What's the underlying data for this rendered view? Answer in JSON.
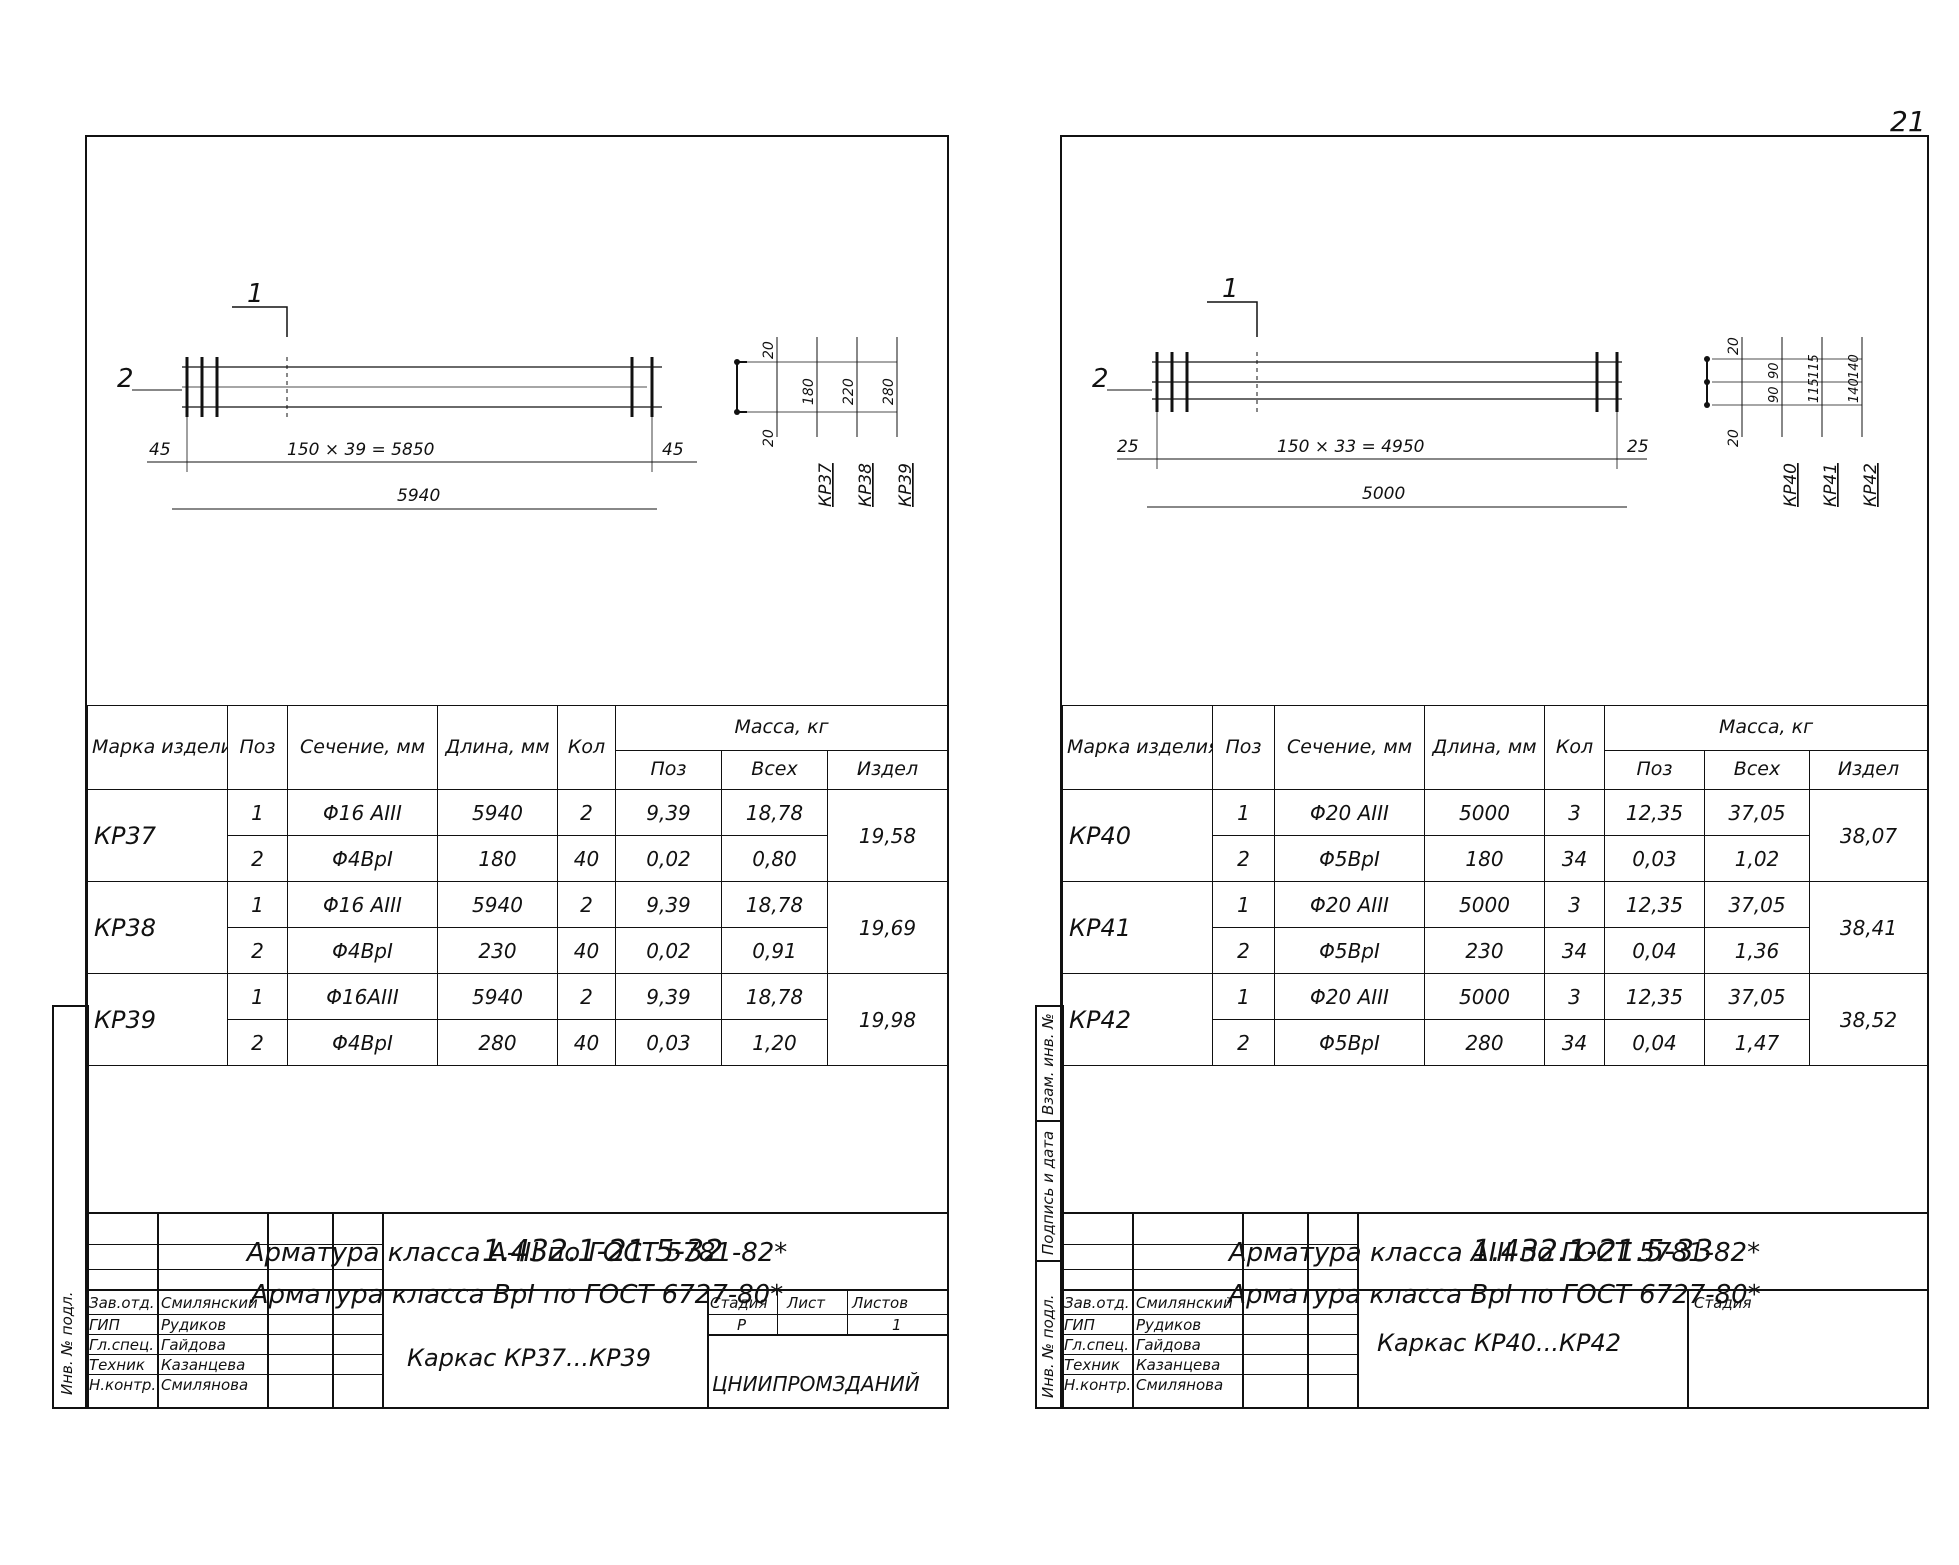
{
  "page_number": "21",
  "left": {
    "position_label": "1",
    "bar_label": "2",
    "dims": {
      "end_left": "45",
      "span": "150 × 39 = 5850",
      "end_right": "45",
      "total": "5940"
    },
    "section_dims": {
      "top": "20",
      "mid": "180",
      "bottom": "20",
      "h1": "220",
      "h2": "280"
    },
    "section_marks": [
      "КР37",
      "КР38",
      "КР39"
    ],
    "headers": {
      "mark": "Марка изделия",
      "pos": "Поз",
      "section": "Сечение, мм",
      "length": "Длина, мм",
      "qty": "Кол",
      "mass": "Масса, кг",
      "mass_pos": "Поз",
      "mass_all": "Всех",
      "mass_item": "Издел"
    },
    "rows": [
      {
        "mark": "КР37",
        "total": "19,58",
        "items": [
          {
            "pos": "1",
            "section": "Φ16 АIII",
            "length": "5940",
            "qty": "2",
            "mass_pos": "9,39",
            "mass_all": "18,78"
          },
          {
            "pos": "2",
            "section": "Φ4ВрI",
            "length": "180",
            "qty": "40",
            "mass_pos": "0,02",
            "mass_all": "0,80"
          }
        ]
      },
      {
        "mark": "КР38",
        "total": "19,69",
        "items": [
          {
            "pos": "1",
            "section": "Φ16 АIII",
            "length": "5940",
            "qty": "2",
            "mass_pos": "9,39",
            "mass_all": "18,78"
          },
          {
            "pos": "2",
            "section": "Φ4ВрI",
            "length": "230",
            "qty": "40",
            "mass_pos": "0,02",
            "mass_all": "0,91"
          }
        ]
      },
      {
        "mark": "КР39",
        "total": "19,98",
        "items": [
          {
            "pos": "1",
            "section": "Φ16АIII",
            "length": "5940",
            "qty": "2",
            "mass_pos": "9,39",
            "mass_all": "18,78"
          },
          {
            "pos": "2",
            "section": "Φ4ВрI",
            "length": "280",
            "qty": "40",
            "mass_pos": "0,03",
            "mass_all": "1,20"
          }
        ]
      }
    ],
    "notes": [
      "Арматура   класса  А-III  по  ГОСТ 5781-82*",
      "Арматура   класса  ВрI  по  ГОСТ 6727-80*"
    ],
    "stamp": {
      "code": "1.432.1-21.5-32",
      "title": "Каркас КР37...КР39",
      "org": "ЦНИИПРОМЗДАНИЙ",
      "stage_h": "Стадия",
      "sheet_h": "Лист",
      "sheets_h": "Листов",
      "stage": "Р",
      "sheets": "1",
      "roles": [
        "Зав.отд.",
        "ГИП",
        "Гл.спец.",
        "Техник",
        "Н.контр."
      ],
      "names": [
        "Смилянский",
        "Рудиков",
        "Гайдова",
        "Казанцева",
        "Смилянова"
      ]
    },
    "side_label": "Инв. № подл."
  },
  "right": {
    "position_label": "1",
    "bar_label": "2",
    "dims": {
      "end_left": "25",
      "span": "150 × 33 = 4950",
      "end_right": "25",
      "total": "5000"
    },
    "section_dims": {
      "top": "20",
      "a": "90",
      "b": "90",
      "c": "115",
      "d": "115",
      "e": "140",
      "f": "140",
      "bottom": "20"
    },
    "section_marks": [
      "КР40",
      "КР41",
      "КР42"
    ],
    "headers": {
      "mark": "Марка изделия",
      "pos": "Поз",
      "section": "Сечение, мм",
      "length": "Длина, мм",
      "qty": "Кол",
      "mass": "Масса, кг",
      "mass_pos": "Поз",
      "mass_all": "Всех",
      "mass_item": "Издел"
    },
    "rows": [
      {
        "mark": "КР40",
        "total": "38,07",
        "items": [
          {
            "pos": "1",
            "section": "Φ20 АIII",
            "length": "5000",
            "qty": "3",
            "mass_pos": "12,35",
            "mass_all": "37,05"
          },
          {
            "pos": "2",
            "section": "Φ5ВрI",
            "length": "180",
            "qty": "34",
            "mass_pos": "0,03",
            "mass_all": "1,02"
          }
        ]
      },
      {
        "mark": "КР41",
        "total": "38,41",
        "items": [
          {
            "pos": "1",
            "section": "Φ20 АIII",
            "length": "5000",
            "qty": "3",
            "mass_pos": "12,35",
            "mass_all": "37,05"
          },
          {
            "pos": "2",
            "section": "Φ5ВрI",
            "length": "230",
            "qty": "34",
            "mass_pos": "0,04",
            "mass_all": "1,36"
          }
        ]
      },
      {
        "mark": "КР42",
        "total": "38,52",
        "items": [
          {
            "pos": "1",
            "section": "Φ20 АIII",
            "length": "5000",
            "qty": "3",
            "mass_pos": "12,35",
            "mass_all": "37,05"
          },
          {
            "pos": "2",
            "section": "Φ5ВрI",
            "length": "280",
            "qty": "34",
            "mass_pos": "0,04",
            "mass_all": "1,47"
          }
        ]
      }
    ],
    "notes": [
      "Арматура   класса  АIII по ГОСТ 5781-82*",
      "Арматура   класса  ВрI по ГОСТ 6727-80*"
    ],
    "stamp": {
      "code": "1.432.1-21.5-33",
      "title": "Каркас КР40...КР42",
      "stage_h": "Стадия",
      "roles": [
        "Зав.отд.",
        "ГИП",
        "Гл.спец.",
        "Техник",
        "Н.контр."
      ],
      "names": [
        "Смилянский",
        "Рудиков",
        "Гайдова",
        "Казанцева",
        "Смилянова"
      ]
    },
    "side_labels": [
      "Взам. инв. №",
      "Подпись и дата",
      "Инв. № подл."
    ]
  }
}
